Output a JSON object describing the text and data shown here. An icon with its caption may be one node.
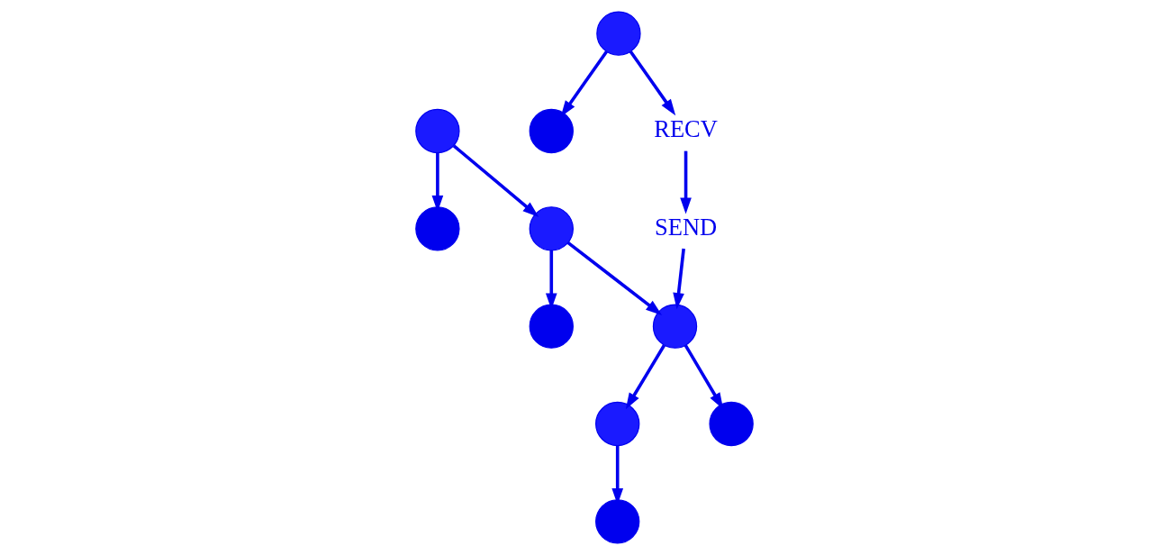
{
  "diagram": {
    "nodes": [
      {
        "text": [],
        "shape": "circle"
      },
      {
        "text": [],
        "shape": "circle"
      },
      {
        "text": [],
        "shape": "circle"
      },
      {
        "text": [],
        "shape": "circle"
      },
      {
        "text": [],
        "shape": "circle"
      },
      {
        "text": [],
        "shape": "circle"
      },
      {
        "text": [
          "RECV"
        ]
      },
      {
        "text": [
          "SEND"
        ]
      },
      {
        "text": [],
        "shape": "circle"
      },
      {
        "text": [],
        "shape": "circle"
      },
      {
        "text": [],
        "shape": "circle"
      },
      {
        "text": [],
        "shape": "circle"
      }
    ],
    "edges": [
      {
        "from": 0,
        "to": 1,
        "arrow": "to"
      },
      {
        "from": 0,
        "to": 2,
        "arrow": "to"
      },
      {
        "from": 2,
        "to": 3,
        "arrow": "to"
      },
      {
        "from": 2,
        "to": 8,
        "arrow": "to"
      },
      {
        "from": 4,
        "to": 5,
        "arrow": "to"
      },
      {
        "from": 4,
        "to": 6,
        "arrow": "to"
      },
      {
        "from": 6,
        "to": 7,
        "arrow": "to"
      },
      {
        "from": 7,
        "to": 8,
        "arrow": "to"
      },
      {
        "from": 8,
        "to": 9,
        "arrow": "to"
      },
      {
        "from": 8,
        "to": 10,
        "arrow": "to"
      },
      {
        "from": 9,
        "to": 11,
        "arrow": "to"
      }
    ]
  }
}
